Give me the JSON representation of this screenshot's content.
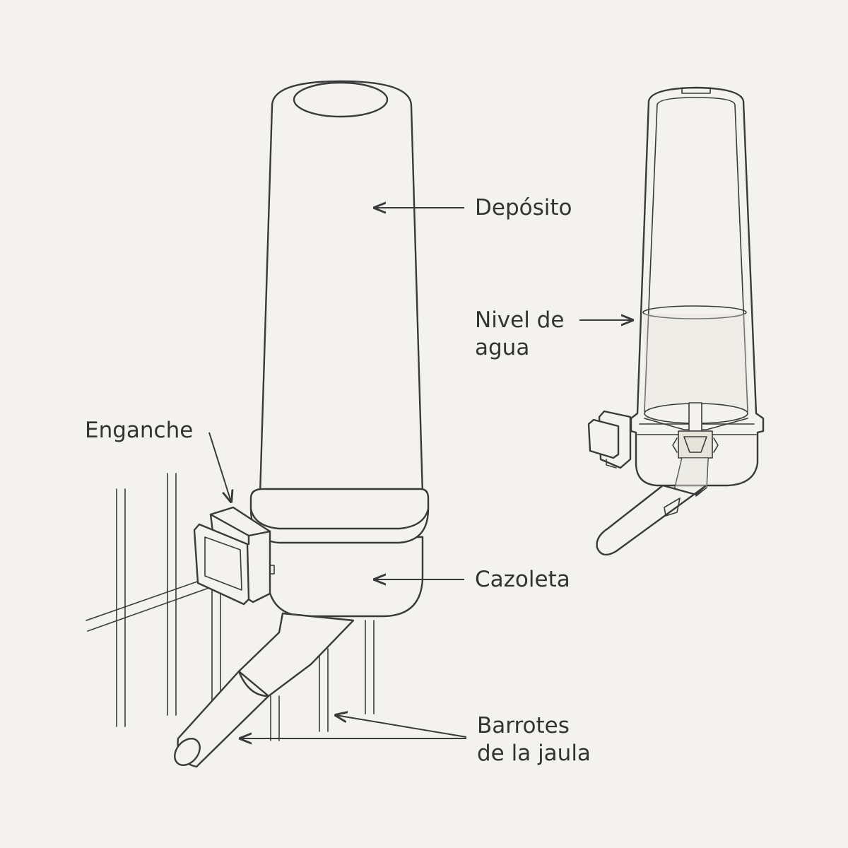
{
  "labels": {
    "deposito": "Depósito",
    "nivel_line1": "Nivel de",
    "nivel_line2": "agua",
    "enganche": "Enganche",
    "cazoleta": "Cazoleta",
    "barrotes_line1": "Barrotes",
    "barrotes_line2": "de la jaula"
  },
  "colors": {
    "background": "#f3f2ee",
    "ink": "#3a3a3a",
    "shade": "#e6e3db"
  }
}
